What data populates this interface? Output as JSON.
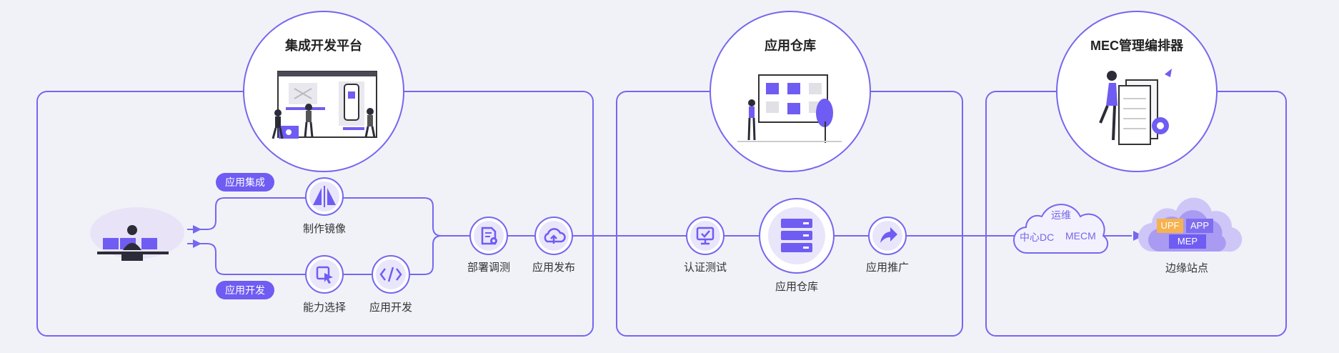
{
  "colors": {
    "accent": "#6f5cf2",
    "line": "#7567ef",
    "background": "#f1f2f8",
    "node_fill": "#e9e6fb",
    "orange": "#f6b24d"
  },
  "sections": [
    {
      "title": "集成开发平台",
      "illustration": "developers-building-app-illustration"
    },
    {
      "title": "应用仓库",
      "illustration": "person-with-kanban-board-illustration"
    },
    {
      "title": "MEC管理编排器",
      "illustration": "person-with-documents-gear-illustration"
    }
  ],
  "badges": {
    "integrate": "应用集成",
    "develop": "应用开发"
  },
  "nodes": {
    "make_image": {
      "label": "制作镜像",
      "icon": "mirror-icon"
    },
    "ability_select": {
      "label": "能力选择",
      "icon": "cursor-select-icon"
    },
    "app_develop": {
      "label": "应用开发",
      "icon": "code-icon"
    },
    "deploy_debug": {
      "label": "部署调测",
      "icon": "document-gear-icon"
    },
    "app_publish": {
      "label": "应用发布",
      "icon": "cloud-upload-icon"
    },
    "cert_test": {
      "label": "认证测试",
      "icon": "monitor-check-icon"
    },
    "app_repo": {
      "label": "应用仓库",
      "icon": "database-icon"
    },
    "app_promote": {
      "label": "应用推广",
      "icon": "share-arrow-icon"
    },
    "edge_site": {
      "label": "边缘站点"
    }
  },
  "cloud": {
    "ops": "运维",
    "center_dc": "中心DC",
    "mecm": "MECM"
  },
  "edge_tags": {
    "upf": "UPF",
    "app": "APP",
    "mep": "MEP"
  }
}
